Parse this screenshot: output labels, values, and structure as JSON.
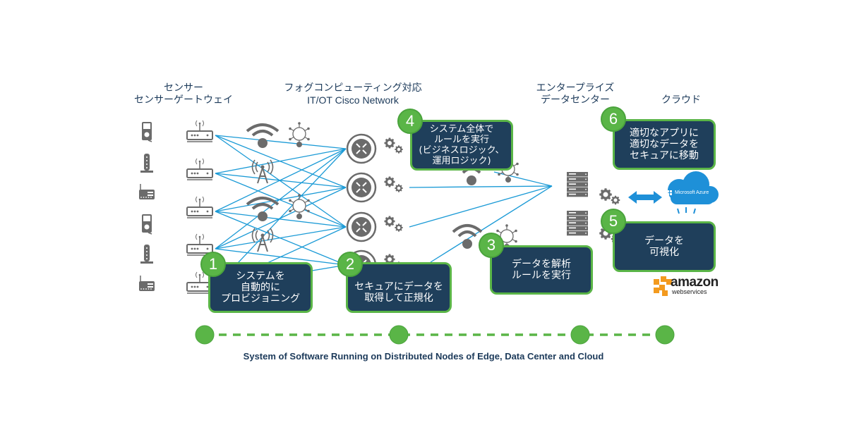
{
  "columns": {
    "sensors": {
      "line1": "センサー",
      "line2": "センサーゲートウェイ"
    },
    "fog": {
      "line1": "フォグコンピューティング対応",
      "line2": "IT/OT Cisco Network"
    },
    "datacenter": {
      "line1": "エンタープライズ",
      "line2": "データセンター"
    },
    "cloud": {
      "line1": "クラウド"
    }
  },
  "callouts": [
    {
      "number": "1",
      "lines": [
        "システムを",
        "自動的に",
        "プロビジョニング"
      ]
    },
    {
      "number": "2",
      "lines": [
        "セキュアにデータを",
        "取得して正規化"
      ]
    },
    {
      "number": "3",
      "lines": [
        "データを解析",
        "ルールを実行"
      ]
    },
    {
      "number": "4",
      "lines": [
        "システム全体で",
        "ルールを実行",
        "(ビジネスロジック、",
        "運用ロジック)"
      ]
    },
    {
      "number": "5",
      "lines": [
        "データを",
        "可視化"
      ]
    },
    {
      "number": "6",
      "lines": [
        "適切なアプリに",
        "適切なデータを",
        "セキュアに移動"
      ]
    }
  ],
  "cloud_providers": {
    "azure": "Microsoft Azure",
    "aws_main": "amazon",
    "aws_sub": "webservices"
  },
  "footer": {
    "caption": "System of Software Running on Distributed Nodes of Edge, Data Center and Cloud",
    "node_count": 4
  },
  "colors": {
    "callout_bg": "#1f3f5b",
    "accent_green": "#5ab547",
    "link_blue": "#1a9ad6",
    "icon_gray": "#6b6b6b",
    "title_navy": "#1c3a5a",
    "aws_orange": "#f39a1e",
    "azure_blue": "#1e90d8"
  },
  "icons": {
    "sensor_devices": [
      "handheld-meter-icon",
      "tower-sensor-icon",
      "radio-device-icon",
      "handheld-meter-icon",
      "tower-sensor-icon",
      "radio-device-icon"
    ],
    "gateways": 6,
    "fog_wireless": [
      "wifi-icon",
      "cell-tower-icon",
      "wifi-icon",
      "cell-tower-icon"
    ],
    "fog_routers": 4,
    "servers": 2
  }
}
